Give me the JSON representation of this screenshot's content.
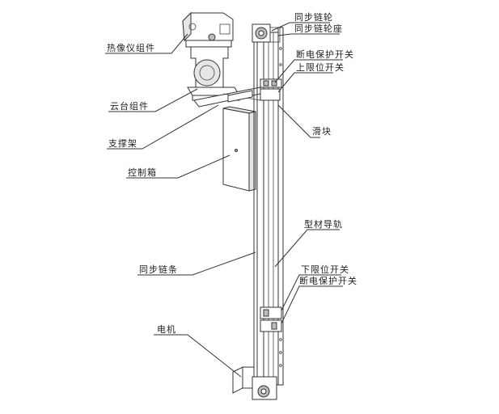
{
  "labels": {
    "thermal_imager": "热像仪组件",
    "ptz": "云台组件",
    "bracket": "支撑架",
    "control_box": "控制箱",
    "sync_chain": "同步链条",
    "motor": "电机",
    "sync_sprocket": "同步链轮",
    "sprocket_seat": "同步链轮座",
    "power_cut_top": "断电保护开关",
    "upper_limit": "上限位开关",
    "slider": "滑块",
    "profile_rail": "型材导轨",
    "lower_limit": "下限位开关",
    "power_cut_bottom": "断电保护开关"
  }
}
